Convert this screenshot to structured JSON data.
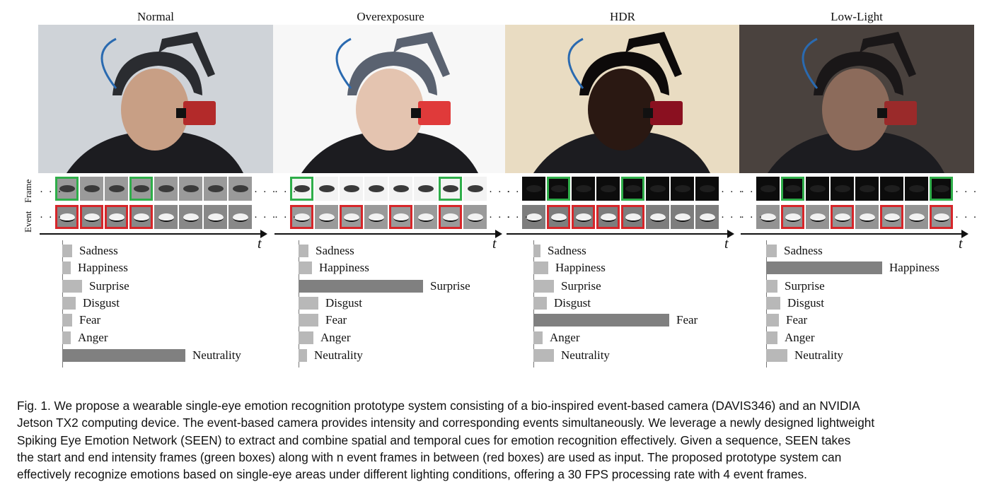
{
  "side_labels": {
    "frame": "Frame",
    "event": "Event"
  },
  "time_symbol": "t",
  "ellipsis": "· · ·",
  "colors": {
    "green_box": "#2fae4a",
    "red_box": "#d6262a",
    "bar_dark": "#808080",
    "bar_light": "#b8b8b8"
  },
  "panels": [
    {
      "title": "Normal",
      "photo_tone": "normal",
      "frames": [
        "green",
        "",
        "",
        "green",
        "",
        "",
        "",
        ""
      ],
      "events": [
        "red",
        "red",
        "red",
        "red",
        "",
        "",
        "",
        ""
      ],
      "emotions": [
        {
          "label": "Sadness",
          "value": 0.08,
          "highlight": false
        },
        {
          "label": "Happiness",
          "value": 0.07,
          "highlight": false
        },
        {
          "label": "Surprise",
          "value": 0.16,
          "highlight": false
        },
        {
          "label": "Disgust",
          "value": 0.11,
          "highlight": false
        },
        {
          "label": "Fear",
          "value": 0.08,
          "highlight": false
        },
        {
          "label": "Anger",
          "value": 0.07,
          "highlight": false
        },
        {
          "label": "Neutrality",
          "value": 1.0,
          "highlight": true
        }
      ]
    },
    {
      "title": "Overexposure",
      "photo_tone": "over",
      "frames": [
        "green",
        "",
        "",
        "",
        "",
        "",
        "green",
        ""
      ],
      "events": [
        "red",
        "",
        "red",
        "",
        "red",
        "",
        "red",
        ""
      ],
      "emotions": [
        {
          "label": "Sadness",
          "value": 0.08,
          "highlight": false
        },
        {
          "label": "Happiness",
          "value": 0.11,
          "highlight": false
        },
        {
          "label": "Surprise",
          "value": 1.0,
          "highlight": true
        },
        {
          "label": "Disgust",
          "value": 0.16,
          "highlight": false
        },
        {
          "label": "Fear",
          "value": 0.16,
          "highlight": false
        },
        {
          "label": "Anger",
          "value": 0.12,
          "highlight": false
        },
        {
          "label": "Neutrality",
          "value": 0.07,
          "highlight": false
        }
      ]
    },
    {
      "title": "HDR",
      "photo_tone": "hdr",
      "frames": [
        "",
        "green",
        "",
        "",
        "green",
        "",
        "",
        ""
      ],
      "events": [
        "",
        "red",
        "red",
        "red",
        "red",
        "",
        "",
        ""
      ],
      "emotions": [
        {
          "label": "Sadness",
          "value": 0.05,
          "highlight": false
        },
        {
          "label": "Happiness",
          "value": 0.11,
          "highlight": false
        },
        {
          "label": "Surprise",
          "value": 0.15,
          "highlight": false
        },
        {
          "label": "Disgust",
          "value": 0.1,
          "highlight": false
        },
        {
          "label": "Fear",
          "value": 1.0,
          "highlight": true
        },
        {
          "label": "Anger",
          "value": 0.07,
          "highlight": false
        },
        {
          "label": "Neutrality",
          "value": 0.15,
          "highlight": false
        }
      ]
    },
    {
      "title": "Low-Light",
      "photo_tone": "low",
      "frames": [
        "",
        "green",
        "",
        "",
        "",
        "",
        "",
        "green"
      ],
      "events": [
        "",
        "red",
        "",
        "red",
        "",
        "red",
        "",
        "red"
      ],
      "emotions": [
        {
          "label": "Sadness",
          "value": 0.09,
          "highlight": false
        },
        {
          "label": "Happiness",
          "value": 1.0,
          "highlight": true
        },
        {
          "label": "Surprise",
          "value": 0.1,
          "highlight": false
        },
        {
          "label": "Disgust",
          "value": 0.12,
          "highlight": false
        },
        {
          "label": "Fear",
          "value": 0.11,
          "highlight": false
        },
        {
          "label": "Anger",
          "value": 0.1,
          "highlight": false
        },
        {
          "label": "Neutrality",
          "value": 0.18,
          "highlight": false
        }
      ]
    }
  ],
  "caption": {
    "lines": [
      "Fig. 1.  We propose a wearable single-eye emotion recognition prototype system consisting of a bio-inspired event-based camera (DAVIS346) and an NVIDIA",
      "Jetson TX2 computing device. The event-based camera provides intensity and corresponding events simultaneously. We leverage a newly designed lightweight",
      "Spiking Eye Emotion Network (SEEN) to extract and combine spatial and temporal cues for emotion recognition effectively. Given a sequence, SEEN takes",
      "the start and end intensity frames (green boxes) along with n event frames in between (red boxes) are used as input. The proposed prototype system can",
      "effectively recognize emotions based on single-eye areas under different lighting conditions, offering a 30 FPS processing rate with 4 event frames."
    ]
  }
}
